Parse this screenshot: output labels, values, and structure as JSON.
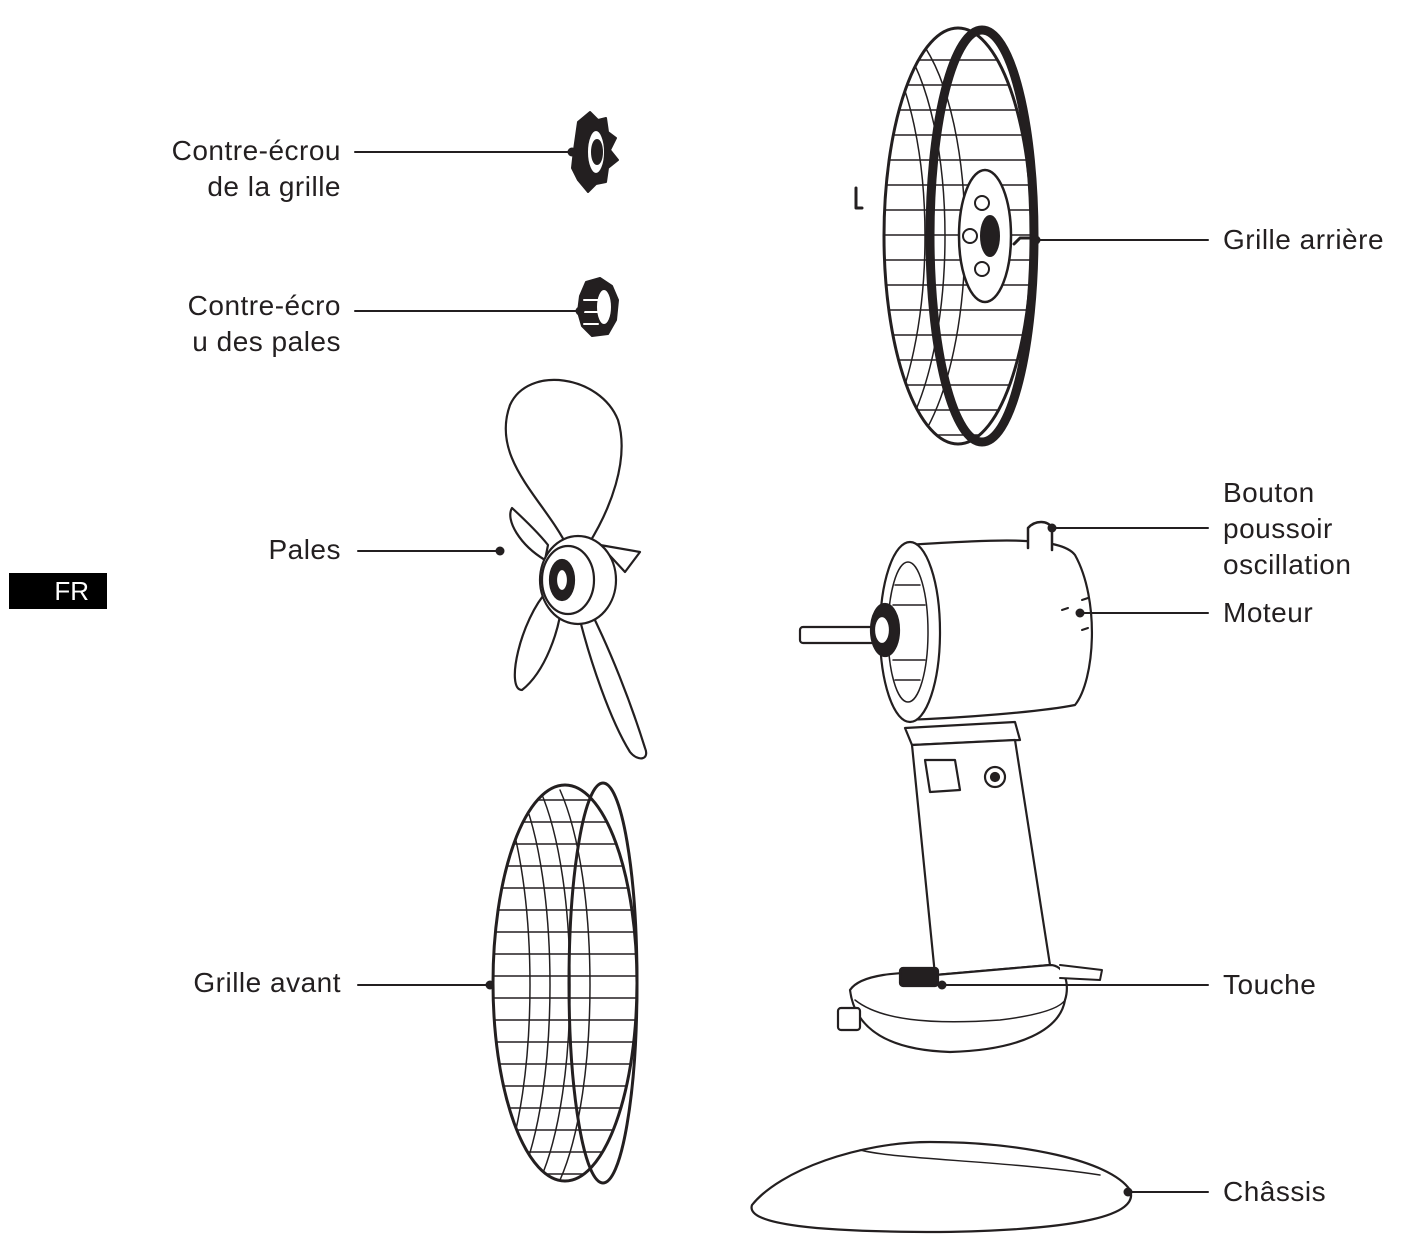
{
  "language_badge": "FR",
  "labels": {
    "grille_locknut": [
      "Contre-écrou",
      "de la grille"
    ],
    "blade_locknut": [
      "Contre-écro",
      "u des pales"
    ],
    "blades": [
      "Pales"
    ],
    "front_grille": [
      "Grille avant"
    ],
    "rear_grille": [
      "Grille arrière"
    ],
    "oscillation_button": [
      "Bouton",
      "poussoir",
      "oscillation"
    ],
    "motor": [
      "Moteur"
    ],
    "switch": [
      "Touche"
    ],
    "base": [
      "Châssis"
    ]
  },
  "colors": {
    "ink": "#231f20",
    "badge_bg": "#000000",
    "badge_text": "#ffffff"
  }
}
